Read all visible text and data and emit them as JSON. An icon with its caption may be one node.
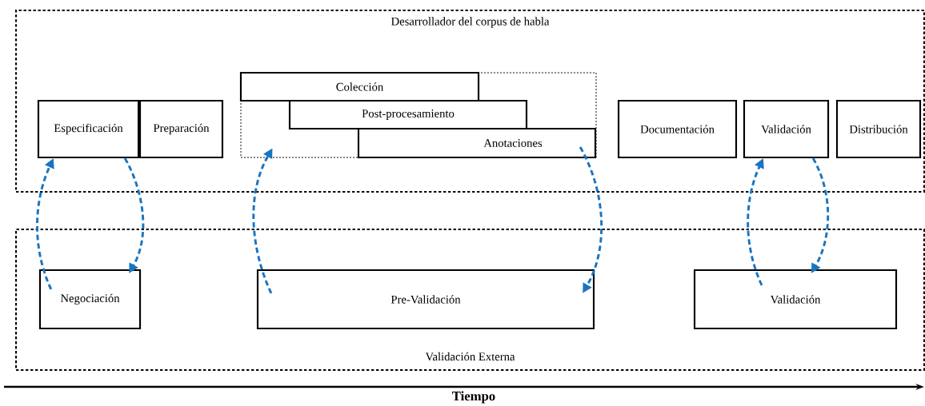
{
  "diagram": {
    "nodes": [
      {
        "text": [
          "Desarrollador del corpus de habla"
        ]
      },
      {
        "text": [
          "Especificación"
        ],
        "in": 0
      },
      {
        "text": [
          "Preparación"
        ],
        "in": 0
      },
      {
        "text": [],
        "shape": "box",
        "in": 0
      },
      {
        "text": [
          "Colección"
        ],
        "in": 3
      },
      {
        "text": [
          "Post-procesamiento"
        ],
        "in": 3
      },
      {
        "text": [
          "Anotaciones"
        ],
        "in": 3
      },
      {
        "text": [
          "Documentación"
        ],
        "in": 0
      },
      {
        "text": [
          "Validación"
        ],
        "in": 0
      },
      {
        "text": [
          "Distribución"
        ],
        "in": 0
      },
      {
        "text": [
          "Validación Externa"
        ]
      },
      {
        "text": [
          "Negociación"
        ],
        "in": 10
      },
      {
        "text": [
          "Pre-Validación"
        ],
        "in": 10
      },
      {
        "text": [
          "Validación"
        ],
        "in": 10
      }
    ],
    "edges": [
      {
        "from": 11,
        "to": 1,
        "arrow": "to",
        "style": "dashed",
        "color": "#1a75c0"
      },
      {
        "from": 1,
        "to": 11,
        "arrow": "to",
        "style": "dashed",
        "color": "#1a75c0"
      },
      {
        "from": 12,
        "to": 3,
        "arrow": "to",
        "style": "dashed",
        "color": "#1a75c0"
      },
      {
        "from": 6,
        "to": 12,
        "arrow": "to",
        "style": "dashed",
        "color": "#1a75c0"
      },
      {
        "from": 13,
        "to": 8,
        "arrow": "to",
        "style": "dashed",
        "color": "#1a75c0"
      },
      {
        "from": 8,
        "to": 13,
        "arrow": "to",
        "style": "dashed",
        "color": "#1a75c0"
      }
    ],
    "labels": [
      "Tiempo"
    ]
  }
}
